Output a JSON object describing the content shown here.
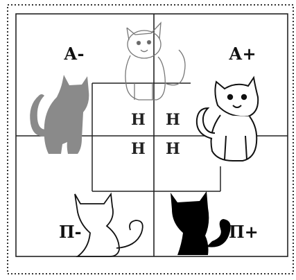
{
  "quadrants": {
    "top_left": "А-",
    "top_right": "А+",
    "bottom_left": "П-",
    "bottom_right": "П+"
  },
  "center_grid": [
    "Н",
    "Н",
    "Н",
    "Н"
  ],
  "colors": {
    "grey_cat": "#8a8a8a",
    "black_cat": "#000000",
    "line": "#222222",
    "dotted_border": "#333333"
  },
  "icons": [
    "sketch-cat-icon",
    "grey-cat-silhouette-icon",
    "cartoon-cat-icon",
    "white-cat-outline-icon",
    "black-cat-silhouette-icon"
  ]
}
